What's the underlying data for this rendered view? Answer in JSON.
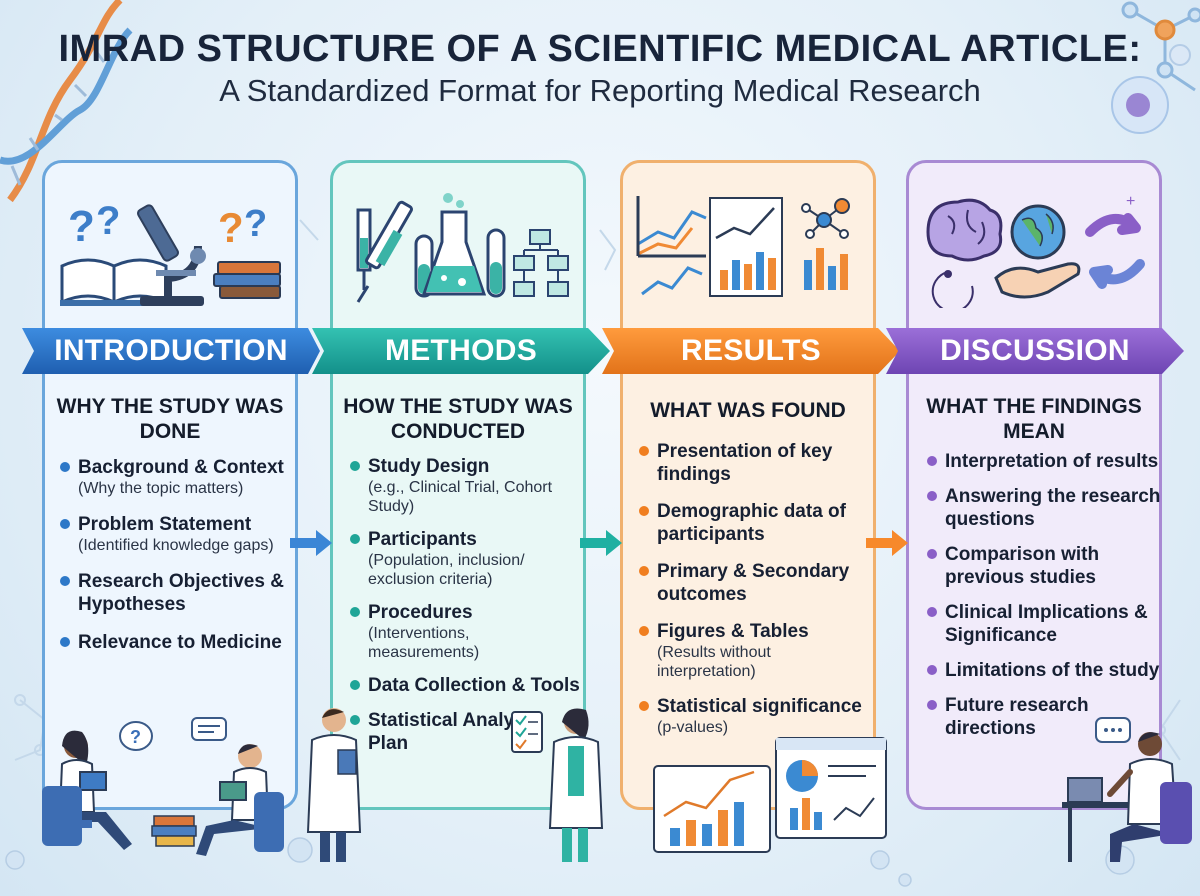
{
  "title": "IMRAD STRUCTURE OF A SCIENTIFIC MEDICAL ARTICLE:",
  "subtitle": "A Standardized Format for Reporting Medical Research",
  "colors": {
    "introduction": "#2d78c8",
    "methods": "#1fa597",
    "results": "#f07e1f",
    "discussion": "#8a5fc7"
  },
  "sections": [
    {
      "label": "INTRODUCTION",
      "heading": "WHY THE STUDY WAS DONE",
      "icons": [
        "question-marks-icon",
        "open-book-icon",
        "microscope-icon",
        "book-stack-icon"
      ],
      "items": [
        {
          "title": "Background & Context",
          "sub": "(Why the topic matters)"
        },
        {
          "title": "Problem Statement",
          "sub": "(Identified knowledge gaps)"
        },
        {
          "title": "Research Objectives & Hypotheses",
          "sub": ""
        },
        {
          "title": "Relevance to Medicine",
          "sub": ""
        }
      ]
    },
    {
      "label": "METHODS",
      "heading": "HOW THE STUDY WAS CONDUCTED",
      "icons": [
        "syringe-icon",
        "test-tube-icon",
        "flask-icon",
        "flowchart-icon"
      ],
      "items": [
        {
          "title": "Study Design",
          "sub": "(e.g., Clinical Trial, Cohort Study)"
        },
        {
          "title": "Participants",
          "sub": "(Population, inclusion/ exclusion criteria)"
        },
        {
          "title": "Procedures",
          "sub": "(Interventions, measurements)"
        },
        {
          "title": "Data Collection & Tools",
          "sub": ""
        },
        {
          "title": "Statistical Analysis Plan",
          "sub": ""
        }
      ]
    },
    {
      "label": "RESULTS",
      "heading": "WHAT WAS FOUND",
      "icons": [
        "line-chart-icon",
        "bar-chart-icon",
        "network-icon"
      ],
      "items": [
        {
          "title": "Presentation of key findings",
          "sub": ""
        },
        {
          "title": "Demographic data of participants",
          "sub": ""
        },
        {
          "title": "Primary & Secondary outcomes",
          "sub": ""
        },
        {
          "title": "Figures & Tables",
          "sub": "(Results without interpretation)"
        },
        {
          "title": "Statistical significance",
          "sub": "(p-values)"
        }
      ]
    },
    {
      "label": "DISCUSSION",
      "heading": "WHAT THE FINDINGS MEAN",
      "icons": [
        "brain-icon",
        "globe-in-hand-icon",
        "cycle-arrows-icon"
      ],
      "items": [
        {
          "title": "Interpretation of results",
          "sub": ""
        },
        {
          "title": "Answering the research questions",
          "sub": ""
        },
        {
          "title": "Comparison with previous studies",
          "sub": ""
        },
        {
          "title": "Clinical Implications & Significance",
          "sub": ""
        },
        {
          "title": "Limitations of the study",
          "sub": ""
        },
        {
          "title": "Future research directions",
          "sub": ""
        }
      ]
    }
  ]
}
